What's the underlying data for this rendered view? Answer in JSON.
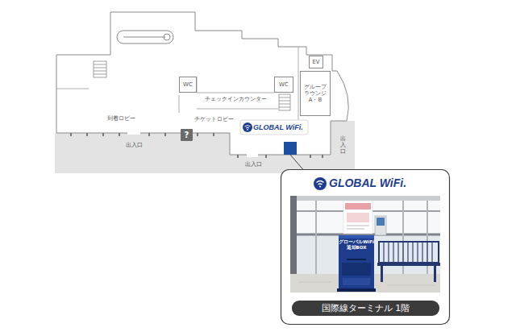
{
  "diagram": {
    "nodes": [
      {
        "text": [
          "EV"
        ]
      },
      {
        "text": [
          "WC"
        ]
      },
      {
        "text": [
          "WC"
        ]
      },
      {
        "text": [
          "グループ ラウンジ A・B"
        ]
      },
      {
        "text": [
          "?"
        ]
      },
      {
        "text": [
          "GLOBAL WiFi."
        ]
      },
      {
        "text": [
          "GLOBAL WiFi."
        ]
      },
      {
        "text": [
          "国際線ターミナル 1階"
        ],
        "in": 6
      }
    ],
    "labels": [
      "チェックインカウンター",
      "到着ロビー",
      "チケットロビー",
      "出入口",
      "出入口",
      "出入口",
      "グローバルWiFi 返却BOX"
    ]
  }
}
